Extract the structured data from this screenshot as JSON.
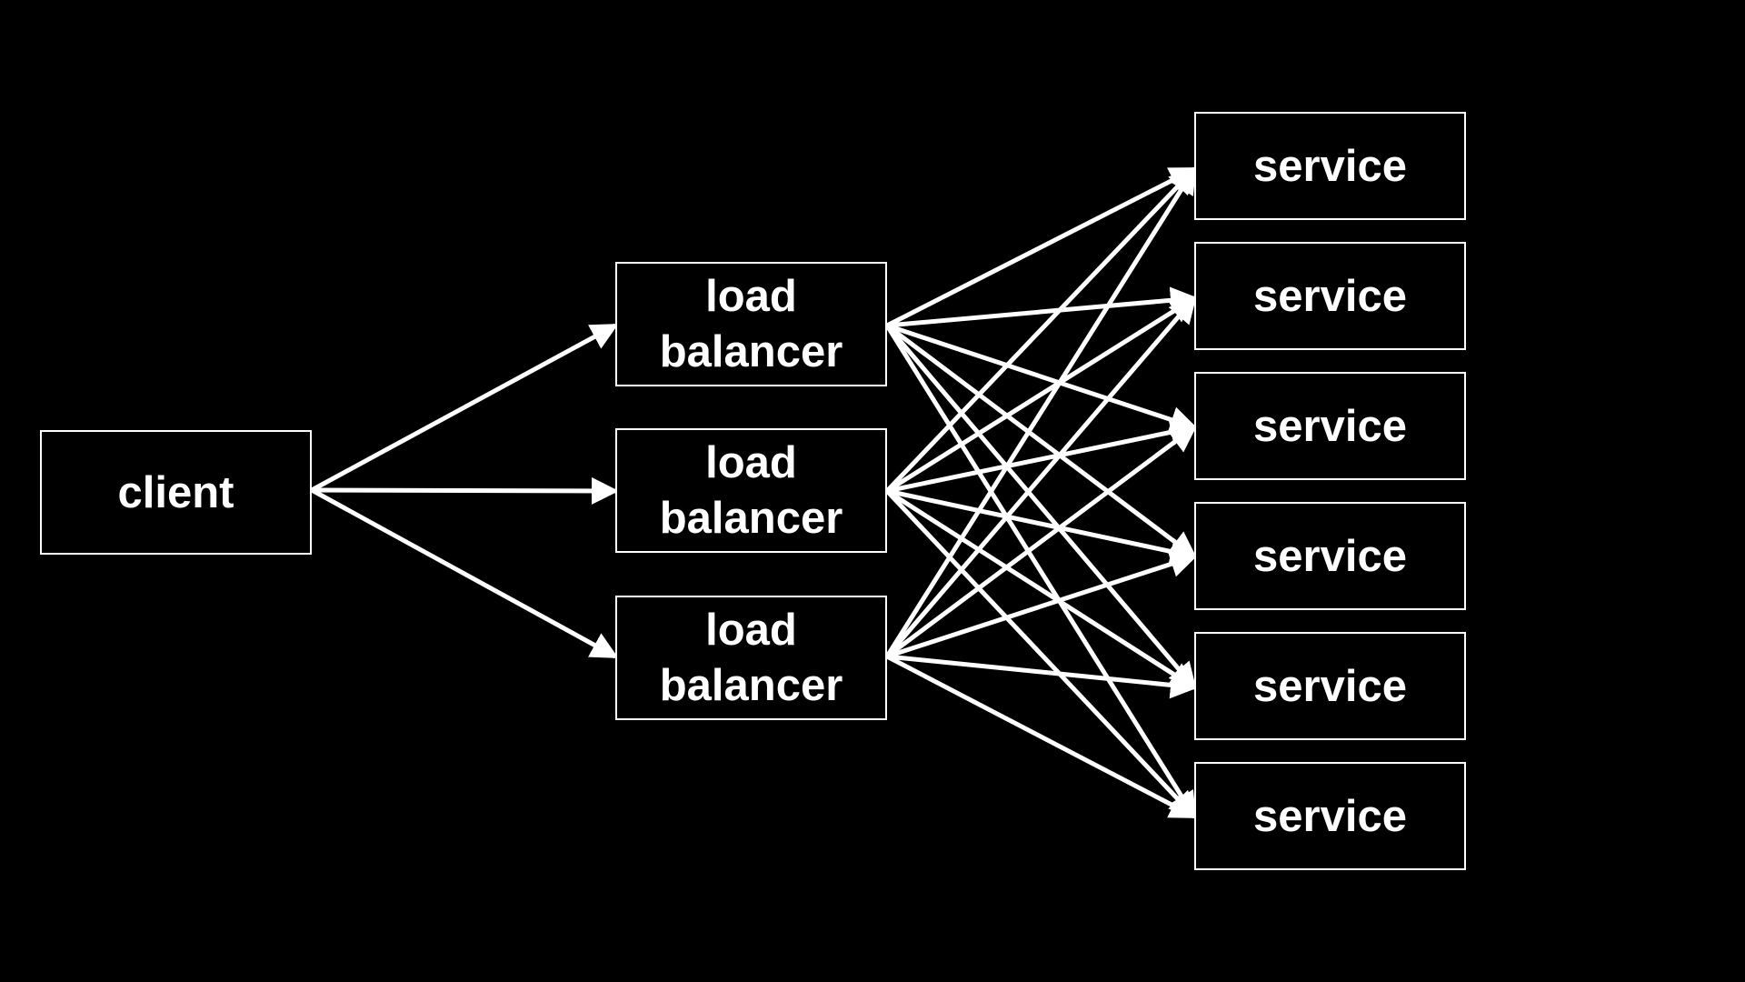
{
  "client": {
    "label": "client"
  },
  "load_balancers": [
    {
      "line1": "load",
      "line2": "balancer"
    },
    {
      "line1": "load",
      "line2": "balancer"
    },
    {
      "line1": "load",
      "line2": "balancer"
    }
  ],
  "services": [
    {
      "label": "service"
    },
    {
      "label": "service"
    },
    {
      "label": "service"
    },
    {
      "label": "service"
    },
    {
      "label": "service"
    },
    {
      "label": "service"
    }
  ],
  "colors": {
    "background": "#000000",
    "foreground": "#ffffff"
  }
}
